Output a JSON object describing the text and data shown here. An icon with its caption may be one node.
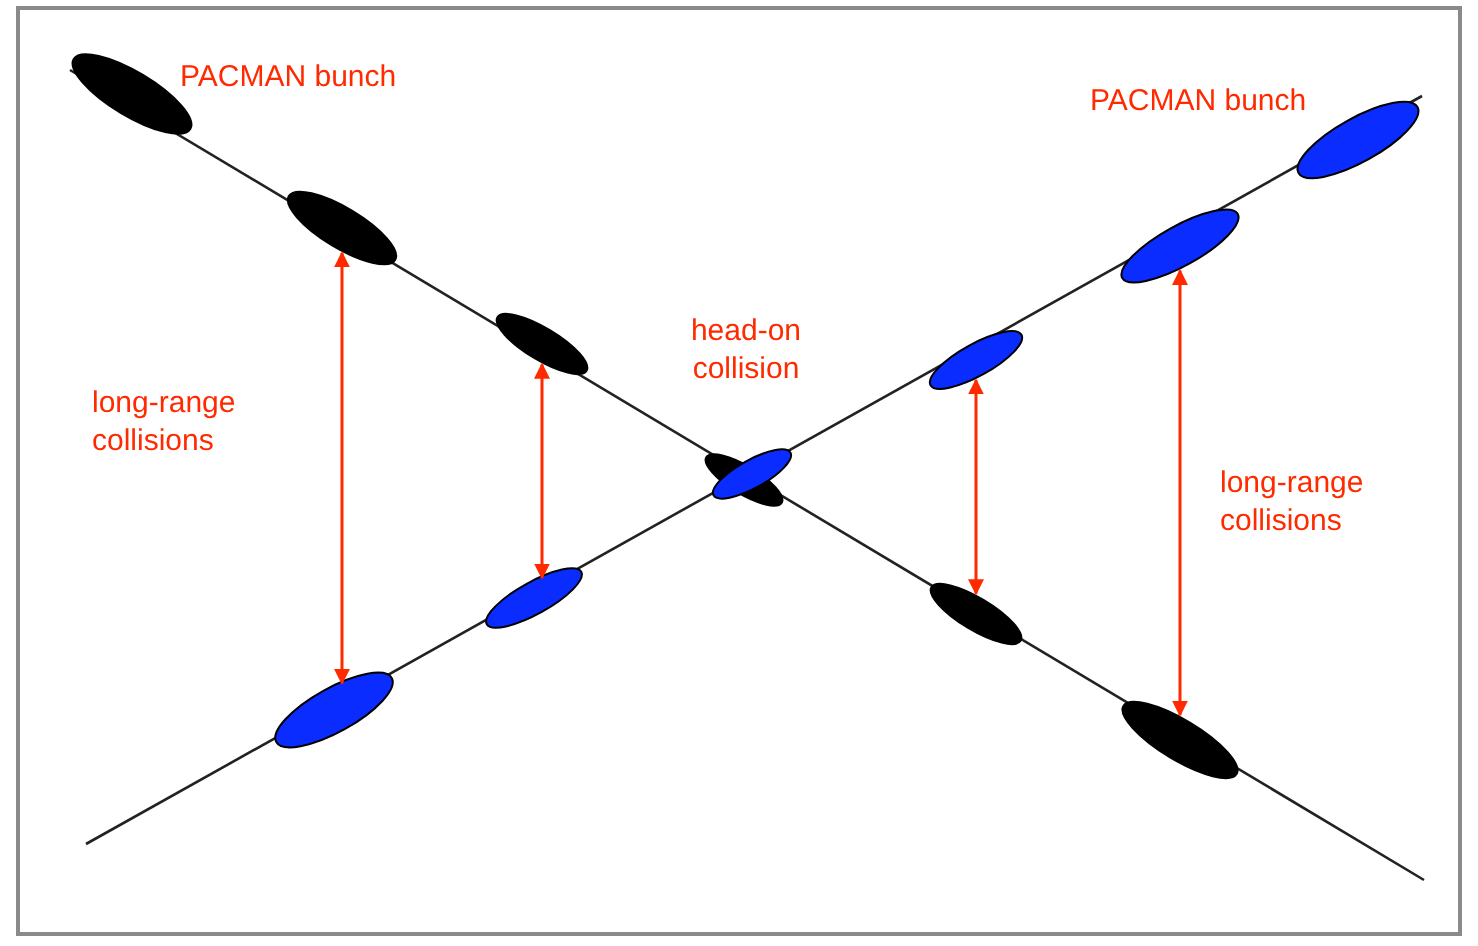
{
  "diagram": {
    "nodes": [
      {
        "text": [],
        "shape": "ellipse"
      },
      {
        "text": [],
        "shape": "ellipse"
      },
      {
        "text": [],
        "shape": "ellipse"
      },
      {
        "text": [],
        "shape": "ellipse"
      },
      {
        "text": [],
        "shape": "ellipse"
      },
      {
        "text": [],
        "shape": "ellipse"
      },
      {
        "text": [],
        "shape": "ellipse"
      },
      {
        "text": [],
        "shape": "ellipse"
      },
      {
        "text": [],
        "shape": "ellipse"
      },
      {
        "text": [],
        "shape": "ellipse"
      },
      {
        "text": [],
        "shape": "ellipse"
      },
      {
        "text": [],
        "shape": "ellipse"
      }
    ],
    "edges": [
      {
        "from": 2,
        "to": 1,
        "arrow": "both"
      },
      {
        "from": 4,
        "to": 3,
        "arrow": "both"
      },
      {
        "from": 7,
        "to": 8,
        "arrow": "both"
      },
      {
        "from": 9,
        "to": 10,
        "arrow": "both"
      }
    ],
    "labels": [
      "PACMAN bunch",
      "PACMAN bunch",
      "head-on collision",
      "long-range collisions",
      "long-range collisions"
    ]
  }
}
